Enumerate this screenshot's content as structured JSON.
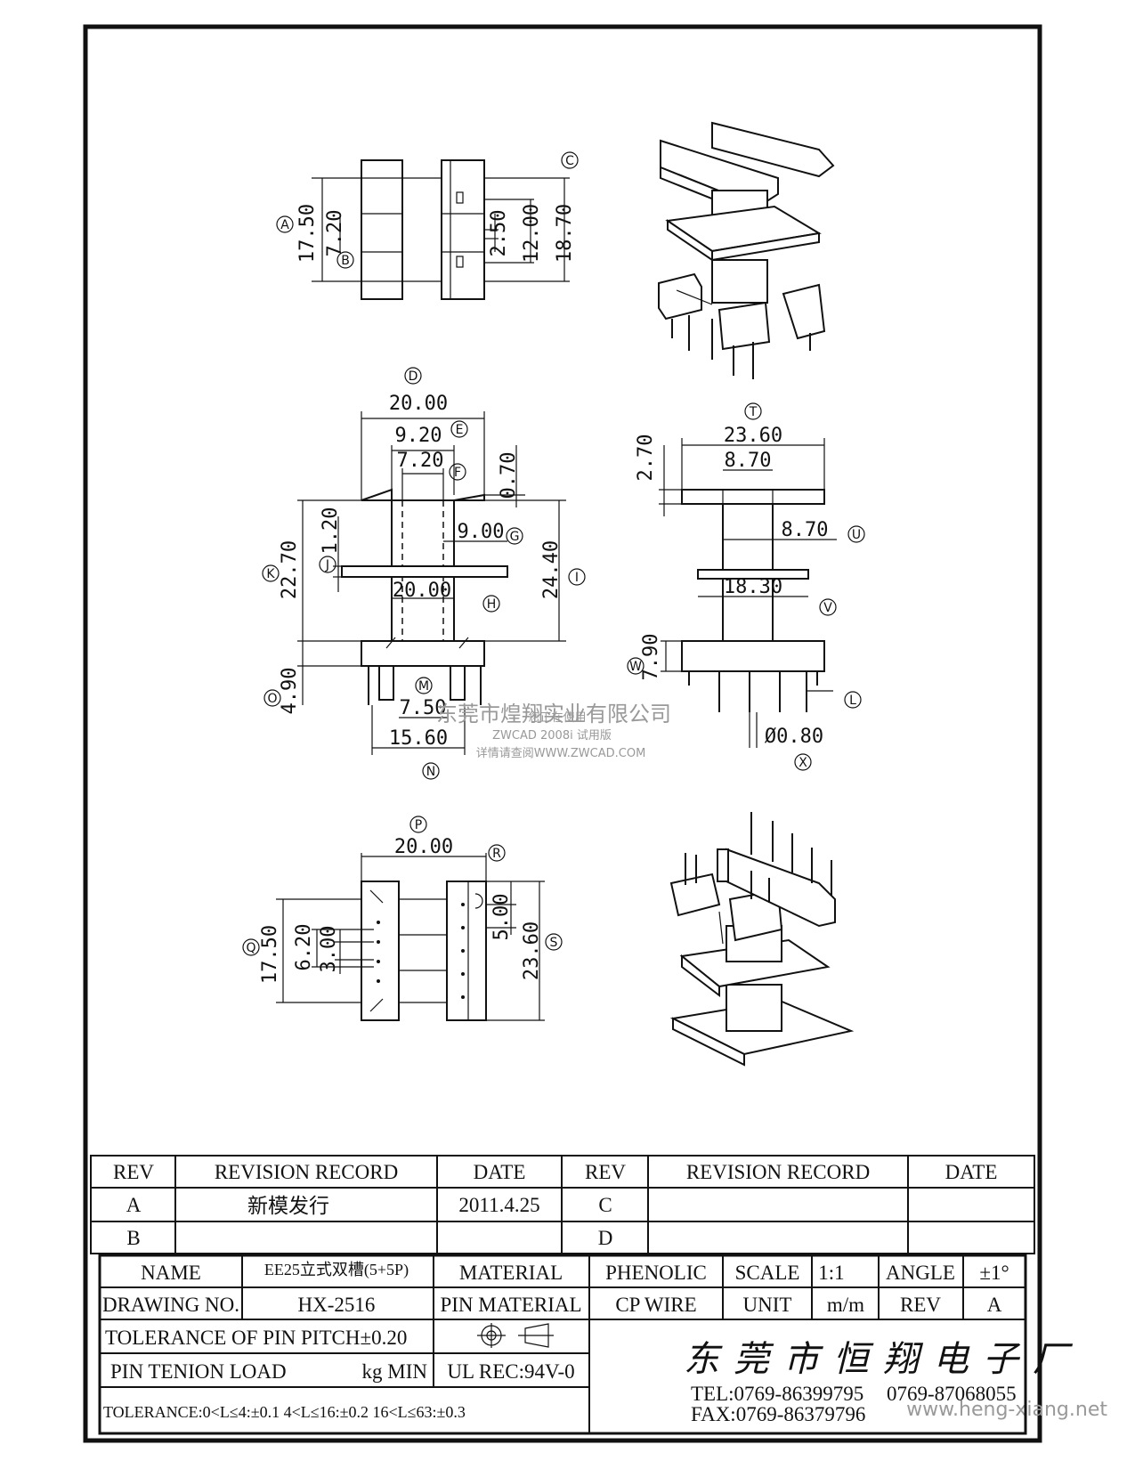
{
  "dimensions": {
    "top_view": {
      "d_17_50": "17.50",
      "d_7_20": "7.20",
      "d_2_50": "2.50",
      "d_12_00": "12.00",
      "d_18_70": "18.70",
      "label_a": "A",
      "label_b": "B",
      "label_c": "C"
    },
    "front_view": {
      "d_20_00_top": "20.00",
      "d_9_20": "9.20",
      "d_7_20": "7.20",
      "d_0_70": "0.70",
      "d_1_20": "1.20",
      "d_9_00": "9.00",
      "d_22_70": "22.70",
      "d_24_40": "24.40",
      "d_20_00_mid": "20.00",
      "d_4_90": "4.90",
      "d_7_50": "7.50",
      "d_15_60": "15.60",
      "label_d": "D",
      "label_e": "E",
      "label_f": "F",
      "label_g": "G",
      "label_h": "H",
      "label_i": "I",
      "label_j": "J",
      "label_k": "K",
      "label_m": "M",
      "label_n": "N",
      "label_o": "O"
    },
    "side_view": {
      "d_23_60": "23.60",
      "d_8_70_top": "8.70",
      "d_2_70": "2.70",
      "d_8_70_mid": "8.70",
      "d_18_30": "18.30",
      "d_7_90": "7.90",
      "d_0_80": "Ø0.80",
      "label_t": "T",
      "label_u": "U",
      "label_v": "V",
      "label_w": "W",
      "label_l": "L",
      "label_x": "X"
    },
    "bottom_view": {
      "d_20_00": "20.00",
      "d_5_00": "5.00",
      "d_17_50": "17.50",
      "d_6_20": "6.20",
      "d_3_00": "3.00",
      "d_23_60": "23.60",
      "label_p": "P",
      "label_q": "Q",
      "label_r": "R",
      "label_s": "S"
    }
  },
  "watermarks": {
    "company_overlay": "东莞市煌翔实业有限公司",
    "zwcad_line1": "您正在使用",
    "zwcad_line2": "ZWCAD 2008i 试用版",
    "zwcad_line3": "详情请查阅WWW.ZWCAD.COM",
    "website": "www.heng-xiang.net"
  },
  "revision_table": {
    "headers": [
      "REV",
      "REVISION RECORD",
      "DATE",
      "REV",
      "REVISION RECORD",
      "DATE"
    ],
    "rows": [
      [
        "A",
        "新模发行",
        "2011.4.25",
        "C",
        "",
        ""
      ],
      [
        "B",
        "",
        "",
        "D",
        "",
        ""
      ]
    ]
  },
  "title_block": {
    "name_label": "NAME",
    "name_value": "EE25立式双槽(5+5P)",
    "material_label": "MATERIAL",
    "material_value": "PHENOLIC",
    "scale_label": "SCALE",
    "scale_value": "1:1",
    "angle_label": "ANGLE",
    "angle_value": "±1°",
    "drawing_no_label": "DRAWING NO.",
    "drawing_no_value": "HX-2516",
    "pin_material_label": "PIN MATERIAL",
    "pin_material_value": "CP WIRE",
    "unit_label": "UNIT",
    "unit_value": "m/m",
    "rev_label": "REV",
    "rev_value": "A",
    "pin_pitch_tolerance": "TOLERANCE OF PIN PITCH±0.20",
    "pin_tension_label": "PIN TENION LOAD",
    "pin_tension_unit": "kg MIN",
    "ul_rating": "UL REC:94V-0",
    "general_tolerance": "TOLERANCE:0<L≤4:±0.1  4<L≤16:±0.2  16<L≤63:±0.3",
    "company_name": "东莞市恒翔电子厂",
    "tel": "TEL:0769-86399795",
    "tel2": "0769-87068055",
    "fax": "FAX:0769-86379796"
  }
}
